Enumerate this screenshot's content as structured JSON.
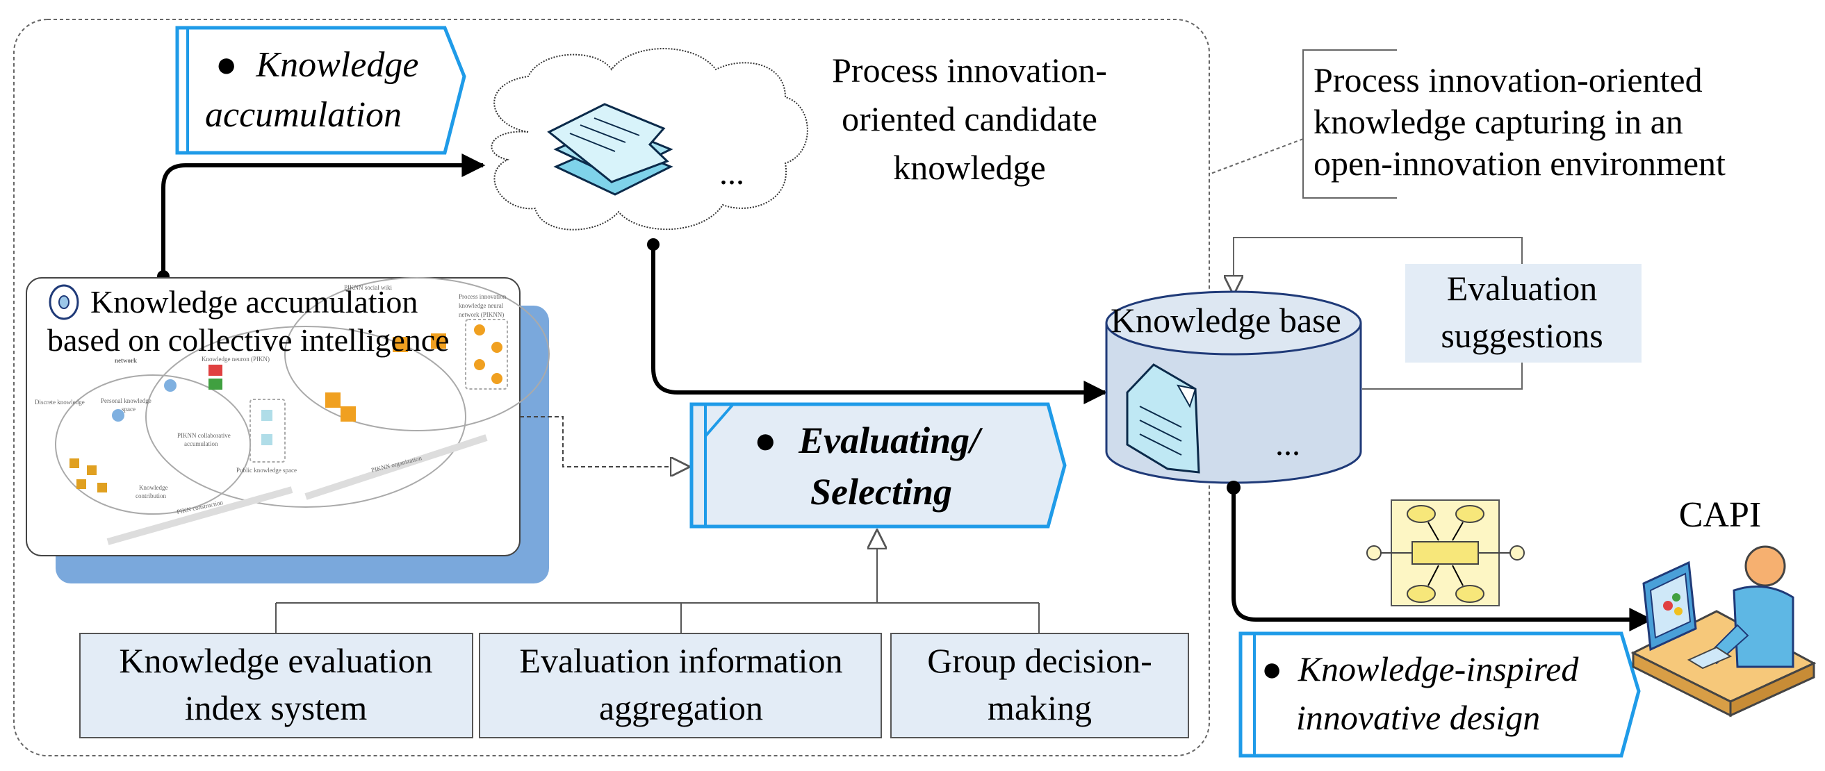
{
  "labels": {
    "knowledge_accumulation": [
      "Knowledge",
      "accumulation"
    ],
    "candidate_knowledge": [
      "Process innovation-",
      "oriented candidate",
      "knowledge"
    ],
    "capturing_note": [
      "Process innovation-oriented",
      "knowledge capturing  in an",
      "open-innovation environment"
    ],
    "collective_intelligence": [
      "Knowledge accumulation",
      "based on collective intelligence"
    ],
    "evaluating_selecting": [
      "Evaluating/",
      "Selecting"
    ],
    "knowledge_base": "Knowledge base",
    "evaluation_suggestions": [
      "Evaluation",
      "suggestions"
    ],
    "capi": "CAPI",
    "knowledge_inspired": [
      "Knowledge-inspired",
      "innovative design"
    ],
    "ellipsis": "...",
    "bullet": "●"
  },
  "bottom_boxes": [
    {
      "lines": [
        "Knowledge evaluation",
        "index system"
      ]
    },
    {
      "lines": [
        "Evaluation information",
        "aggregation"
      ]
    },
    {
      "lines": [
        "Group decision-",
        "making"
      ]
    }
  ],
  "inset": {
    "labels": [
      "PIKNN social wiki",
      "Process innovation",
      "knowledge neural",
      "network (PIKNN)",
      "network",
      "Knowledge neuron (PIKN)",
      "Discrete knowledge",
      "Personal knowledge",
      "space",
      "PIKNN collaborative",
      "accumulation",
      "Knowledge",
      "contribution",
      "Public knowledge space",
      "PIKN construction",
      "PIKNN organization"
    ]
  },
  "colors": {
    "box_fill": "#e3ecf6",
    "accent_blue": "#1f9be8",
    "shadow_blue": "#7aa8dc",
    "db_fill": "#cfdcec",
    "db_stroke": "#1f3a78",
    "doc_cyan": "#bfe8f4",
    "capi_box": "#fdf6c4"
  }
}
